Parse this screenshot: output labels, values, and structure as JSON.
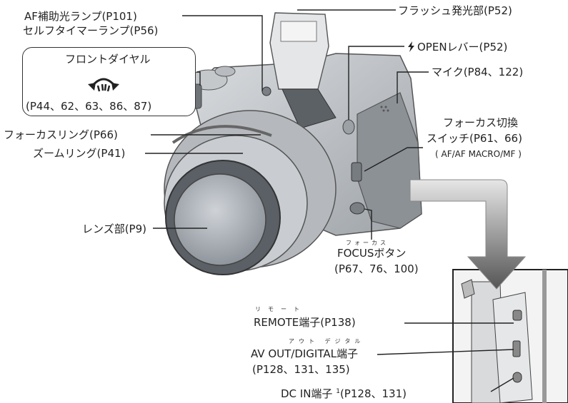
{
  "labels": {
    "af_lamp": "AF補助光ランプ(P101)",
    "self_timer_lamp": "セルフタイマーランプ(P56)",
    "front_dial": "フロントダイヤル",
    "front_dial_pages": "(P44、62、63、86、87)",
    "focus_ring": "フォーカスリング(P66)",
    "zoom_ring": "ズームリング(P41)",
    "lens": "レンズ部(P9)",
    "flash": "フラッシュ発光部(P52)",
    "open_lever": "OPENレバー(P52)",
    "mic": "マイク(P84、122)",
    "focus_switch_1": "フォーカス切換",
    "focus_switch_2": "スイッチ(P61、66)",
    "focus_switch_modes": "( AF/AF MACRO/MF )",
    "focus_button_ruby": "フォーカス",
    "focus_button": "FOCUSボタン",
    "focus_button_pages": "(P67、76、100)",
    "remote_ruby": "リモート",
    "remote": "REMOTE端子(P138)",
    "av_ruby": "アウト デジタル",
    "av_out": "AV OUT/DIGITAL端子",
    "av_out_pages": "(P128、131、135)",
    "dc_in": "DC IN端子",
    "dc_in_sup": "1",
    "dc_in_pages": "(P128、131)"
  },
  "icons": {
    "flash": "flash-bolt-icon",
    "dial": "dial-rotate-icon"
  }
}
